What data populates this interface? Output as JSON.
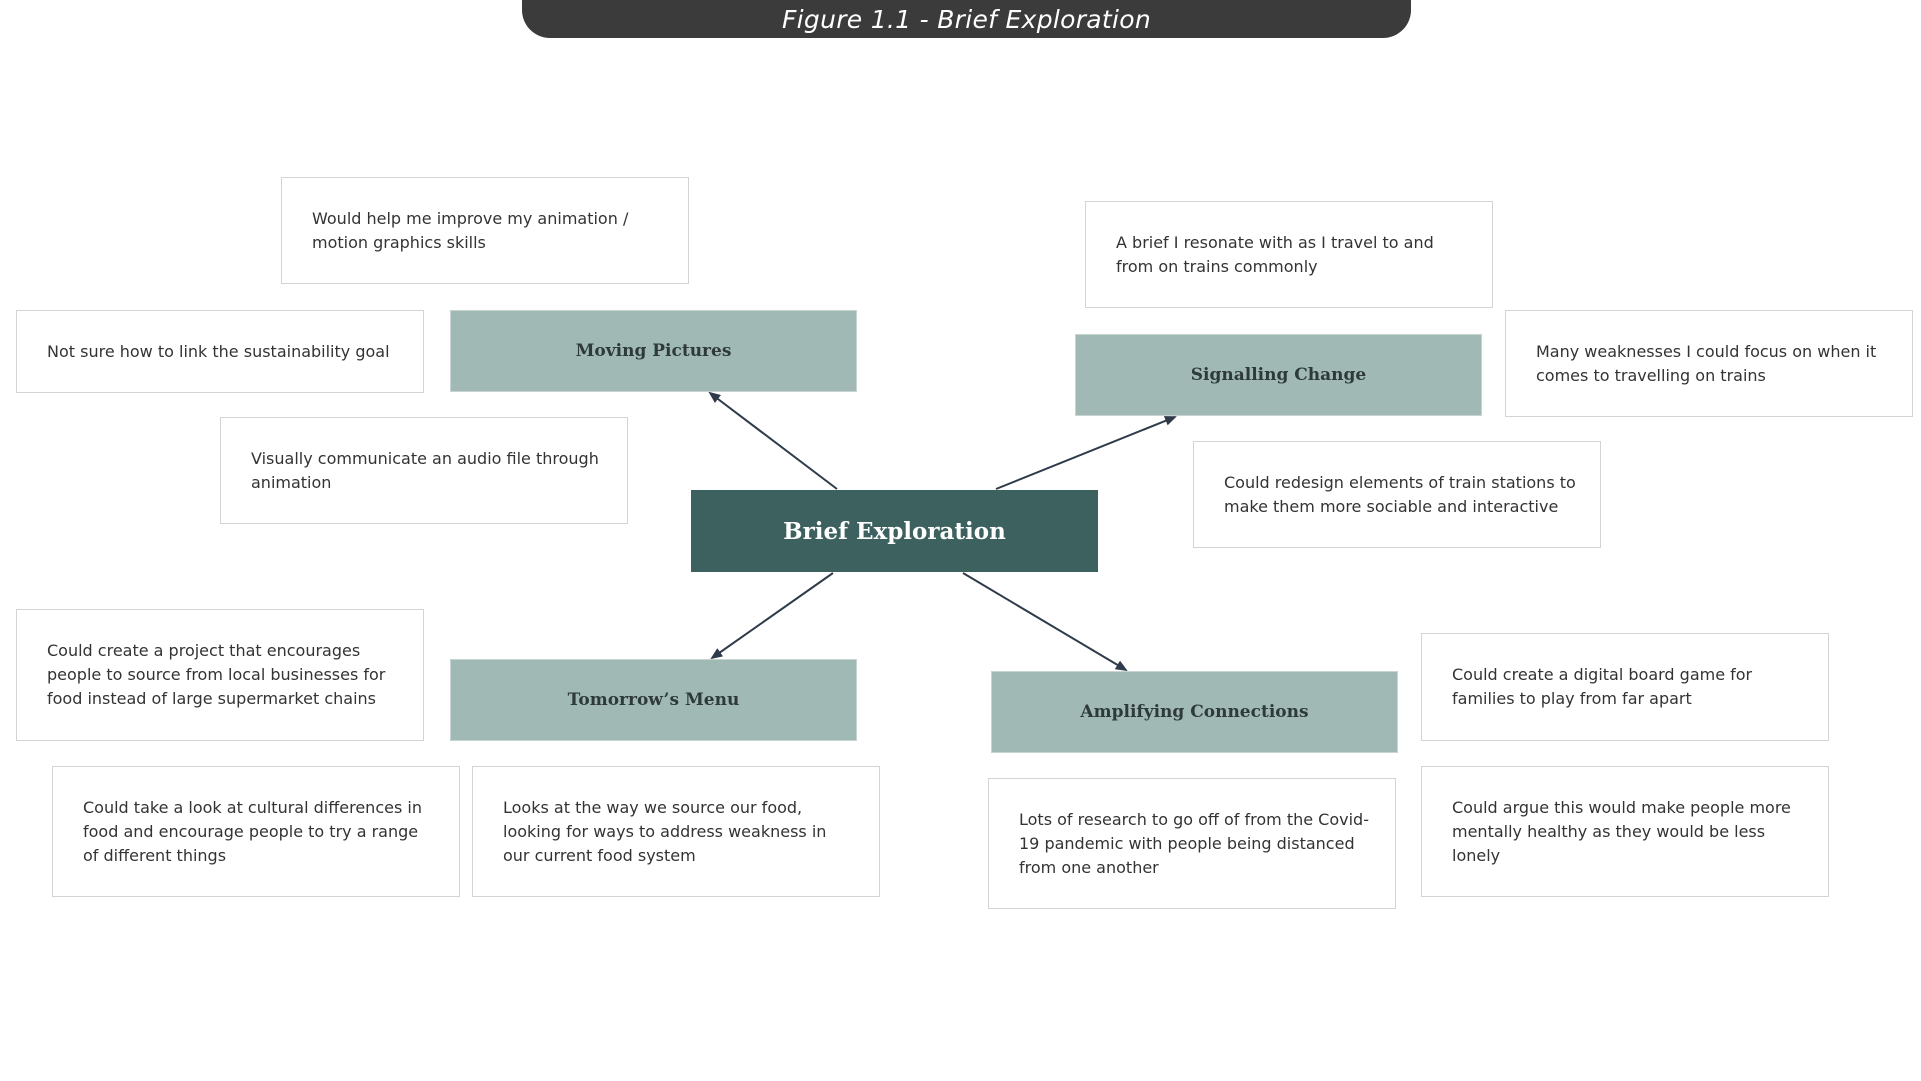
{
  "figure_title": "Figure 1.1 - Brief Exploration",
  "center": {
    "label": "Brief Exploration"
  },
  "topics": {
    "moving_pictures": "Moving Pictures",
    "signalling_change": "Signalling Change",
    "tomorrows_menu": "Tomorrow’s Menu",
    "amplifying_connections": "Amplifying Connections"
  },
  "notes": {
    "animation_skills": "Would help me improve my animation / motion graphics skills",
    "sustainability_goal": "Not sure how to link the sustainability goal",
    "audio_file": "Visually communicate an audio file through animation",
    "resonate_trains": "A brief I resonate with as I travel to and from on trains commonly",
    "weaknesses_trains": "Many weaknesses I could focus on when it comes to travelling on trains",
    "redesign_stations": "Could redesign elements of train stations to make them more sociable and interactive",
    "local_businesses": "Could create a project that encourages people to source from local businesses for food instead of large supermarket chains",
    "cultural_differences": "Could take a look at cultural differences in food and encourage people to try a range of different things",
    "source_food": "Looks at the way we source our food, looking for ways to address weakness in our current food system",
    "board_game": "Could create a digital board game for families to play from far apart",
    "covid_research": "Lots of research to go off of from the Covid-19 pandemic with people being distanced from one another",
    "mentally_healthy": "Could argue this would make people more mentally healthy as they would be less lonely"
  },
  "colors": {
    "center_fill": "#3d615f",
    "topic_fill": "#a1b9b5",
    "banner_fill": "#3b3b3b",
    "connector": "#2f3b4a"
  }
}
